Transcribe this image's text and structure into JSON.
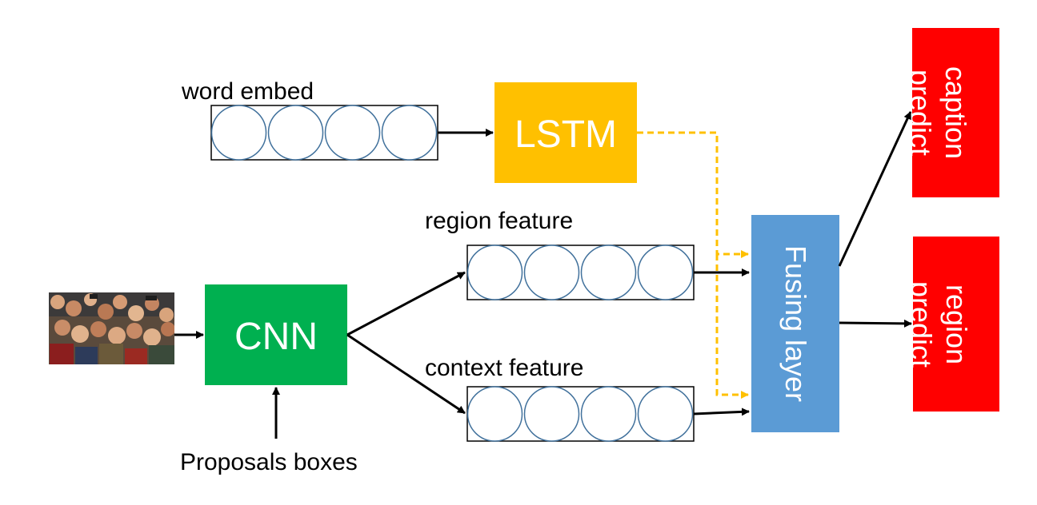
{
  "labels": {
    "word_embed": "word embed",
    "region_feature": "region feature",
    "context_feature": "context feature",
    "proposals": "Proposals boxes"
  },
  "nodes": {
    "lstm": "LSTM",
    "cnn": "CNN",
    "fusing": "Fusing layer",
    "caption": "caption predict",
    "region": "region predict"
  },
  "colors": {
    "lstm": "#FFC000",
    "cnn": "#00B050",
    "fusing": "#5B9BD5",
    "predict": "#FF0000",
    "circle_stroke": "#41719C",
    "dashed_arrow": "#FFC000"
  },
  "image": {
    "icon": "crowd-photo-icon"
  }
}
